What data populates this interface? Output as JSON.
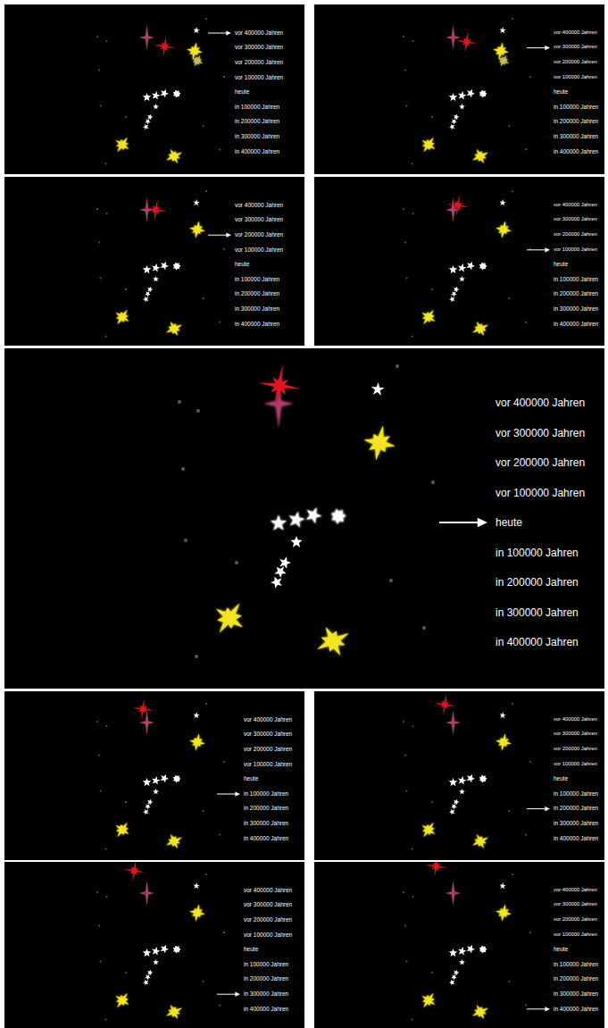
{
  "diagram": {
    "nodes": [
      {
        "text": [
          "vor 400000 Jahren",
          "vor 300000 Jahren",
          "vor 200000 Jahren",
          "vor 100000 Jahren",
          "heute",
          "in 100000 Jahren",
          "in 200000 Jahren",
          "in 300000 Jahren",
          "in 400000 Jahren"
        ]
      },
      {
        "text": [
          "vor 400000 Jahren",
          "vor 300000 Jahren",
          "vor 200000 Jahren",
          "vor 100000 Jahren",
          "heute",
          "in 100000 Jahren",
          "in 200000 Jahren",
          "in 300000 Jahren",
          "in 400000 Jahren"
        ]
      },
      {
        "text": [
          "vor 400000 Jahren",
          "vor 300000 Jahren",
          "vor 200000 Jahren",
          "vor 100000 Jahren",
          "heute",
          "in 100000 Jahren",
          "in 200000 Jahren",
          "in 300000 Jahren",
          "in 400000 Jahren"
        ]
      },
      {
        "text": [
          "vor 400000 Jahren",
          "vor 300000 Jahren",
          "vor 200000 Jahren",
          "vor 100000 Jahren",
          "heute",
          "in 100000 Jahren",
          "in 200000 Jahren",
          "in 300000 Jahren",
          "in 400000 Jahren"
        ]
      },
      {
        "text": [
          "vor 400000 Jahren",
          "vor 300000 Jahren",
          "vor 200000 Jahren",
          "vor 100000 Jahren",
          "heute",
          "in 100000 Jahren",
          "in 200000 Jahren",
          "in 300000 Jahren",
          "in 400000 Jahren"
        ]
      },
      {
        "text": [
          "vor 400000 Jahren",
          "vor 300000 Jahren",
          "vor 200000 Jahren",
          "vor 100000 Jahren",
          "heute",
          "in 100000 Jahren",
          "in 200000 Jahren",
          "in 300000 Jahren",
          "in 400000 Jahren"
        ]
      },
      {
        "text": [
          "vor 400000 Jahren",
          "vor 300000 Jahren",
          "vor 200000 Jahren",
          "vor 100000 Jahren",
          "heute",
          "in 100000 Jahren",
          "in 200000 Jahren",
          "in 300000 Jahren",
          "in 400000 Jahren"
        ]
      },
      {
        "text": [
          "vor 400000 Jahren",
          "vor 300000 Jahren",
          "vor 200000 Jahren",
          "vor 100000 Jahren",
          "heute",
          "in 100000 Jahren",
          "in 200000 Jahren",
          "in 300000 Jahren",
          "in 400000 Jahren"
        ]
      },
      {
        "text": [
          "vor 400000 Jahren",
          "vor 300000 Jahren",
          "vor 200000 Jahren",
          "vor 100000 Jahren",
          "heute",
          "in 100000 Jahren",
          "in 200000 Jahren",
          "in 300000 Jahren",
          "in 400000 Jahren"
        ]
      }
    ]
  }
}
